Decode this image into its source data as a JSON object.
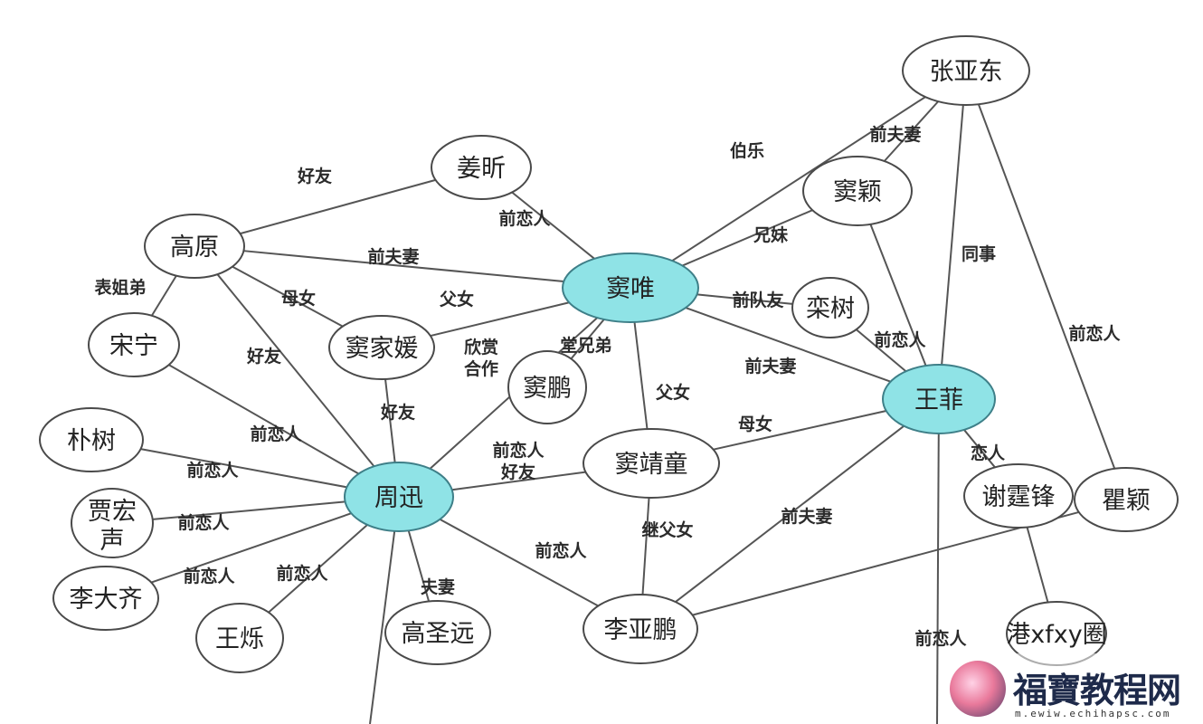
{
  "nodes": [
    {
      "id": "zhangyadong",
      "label": "张亚东",
      "hub": false
    },
    {
      "id": "jiangxin",
      "label": "姜昕",
      "hub": false
    },
    {
      "id": "douying",
      "label": "窦颖",
      "hub": false
    },
    {
      "id": "gaoyuan",
      "label": "高原",
      "hub": false
    },
    {
      "id": "douwei",
      "label": "窦唯",
      "hub": true
    },
    {
      "id": "luanshu",
      "label": "栾树",
      "hub": false
    },
    {
      "id": "songning",
      "label": "宋宁",
      "hub": false
    },
    {
      "id": "doujiayuan",
      "label": "窦家媛",
      "hub": false
    },
    {
      "id": "doupeng",
      "label": "窦鹏",
      "hub": false
    },
    {
      "id": "wangfei",
      "label": "王菲",
      "hub": true
    },
    {
      "id": "piaoshu",
      "label": "朴树",
      "hub": false
    },
    {
      "id": "doujingtong",
      "label": "窦靖童",
      "hub": false
    },
    {
      "id": "zhouxun",
      "label": "周迅",
      "hub": true
    },
    {
      "id": "xietingfeng",
      "label": "谢霆锋",
      "hub": false
    },
    {
      "id": "quying",
      "label": "瞿颖",
      "hub": false
    },
    {
      "id": "gonghongsheng",
      "label": "贾宏声",
      "hub": false
    },
    {
      "id": "lidaqi",
      "label": "李大齐",
      "hub": false
    },
    {
      "id": "wangshuo",
      "label": "王烁",
      "hub": false
    },
    {
      "id": "gaoshengyuan",
      "label": "高圣远",
      "hub": false
    },
    {
      "id": "liyapeng",
      "label": "李亚鹏",
      "hub": false
    },
    {
      "id": "xfxy",
      "label": "港xfxy圈",
      "hub": false
    }
  ],
  "edges": [
    {
      "from": "jiangxin",
      "to": "gaoyuan",
      "label": "好友"
    },
    {
      "from": "jiangxin",
      "to": "douwei",
      "label": "前恋人"
    },
    {
      "from": "zhangyadong",
      "to": "douwei",
      "label": "伯乐"
    },
    {
      "from": "zhangyadong",
      "to": "douying",
      "label": "前夫妻"
    },
    {
      "from": "zhangyadong",
      "to": "wangfei",
      "label": "同事"
    },
    {
      "from": "zhangyadong",
      "to": "quying",
      "label": "前恋人"
    },
    {
      "from": "douying",
      "to": "douwei",
      "label": "兄妹"
    },
    {
      "from": "douying",
      "to": "wangfei",
      "label": ""
    },
    {
      "from": "gaoyuan",
      "to": "douwei",
      "label": "前夫妻"
    },
    {
      "from": "gaoyuan",
      "to": "doujiayuan",
      "label": "母女"
    },
    {
      "from": "gaoyuan",
      "to": "songning",
      "label": "表姐弟"
    },
    {
      "from": "gaoyuan",
      "to": "zhouxun",
      "label": "好友"
    },
    {
      "from": "douwei",
      "to": "doujiayuan",
      "label": "父女"
    },
    {
      "from": "douwei",
      "to": "luanshu",
      "label": "前队友"
    },
    {
      "from": "douwei",
      "to": "zhouxun",
      "label": "欣赏\n合作"
    },
    {
      "from": "douwei",
      "to": "doupeng",
      "label": "堂兄弟"
    },
    {
      "from": "douwei",
      "to": "doujingtong",
      "label": "父女"
    },
    {
      "from": "douwei",
      "to": "wangfei",
      "label": "前夫妻"
    },
    {
      "from": "luanshu",
      "to": "wangfei",
      "label": "前恋人"
    },
    {
      "from": "doujiayuan",
      "to": "zhouxun",
      "label": "好友"
    },
    {
      "from": "wangfei",
      "to": "doujingtong",
      "label": "母女"
    },
    {
      "from": "wangfei",
      "to": "xietingfeng",
      "label": "恋人"
    },
    {
      "from": "wangfei",
      "to": "liyapeng",
      "label": "前夫妻"
    },
    {
      "from": "wangfei",
      "to": "offscreen_bottom",
      "label": "前恋人"
    },
    {
      "from": "songning",
      "to": "zhouxun",
      "label": "前恋人"
    },
    {
      "from": "piaoshu",
      "to": "zhouxun",
      "label": "前恋人"
    },
    {
      "from": "gonghongsheng",
      "to": "zhouxun",
      "label": "前恋人"
    },
    {
      "from": "lidaqi",
      "to": "zhouxun",
      "label": "前恋人"
    },
    {
      "from": "wangshuo",
      "to": "zhouxun",
      "label": "前恋人"
    },
    {
      "from": "zhouxun",
      "to": "doujingtong",
      "label": "前恋人\n好友"
    },
    {
      "from": "zhouxun",
      "to": "gaoshengyuan",
      "label": "夫妻"
    },
    {
      "from": "zhouxun",
      "to": "liyapeng",
      "label": "前恋人"
    },
    {
      "from": "zhouxun",
      "to": "offscreen_bottom",
      "label": ""
    },
    {
      "from": "doujingtong",
      "to": "liyapeng",
      "label": "继父女"
    },
    {
      "from": "quying",
      "to": "liyapeng",
      "label": ""
    },
    {
      "from": "xietingfeng",
      "to": "xfxy",
      "label": ""
    }
  ],
  "watermark": {
    "title": "福寶教程网",
    "url": "m.ewiw.echihapsc.com",
    "logo_colors": [
      "#ffd2e6",
      "#e9799b",
      "#4b3b66"
    ]
  },
  "colors": {
    "hub_fill": "#8fe3e6",
    "node_fill": "#ffffff",
    "line": "#555555"
  }
}
